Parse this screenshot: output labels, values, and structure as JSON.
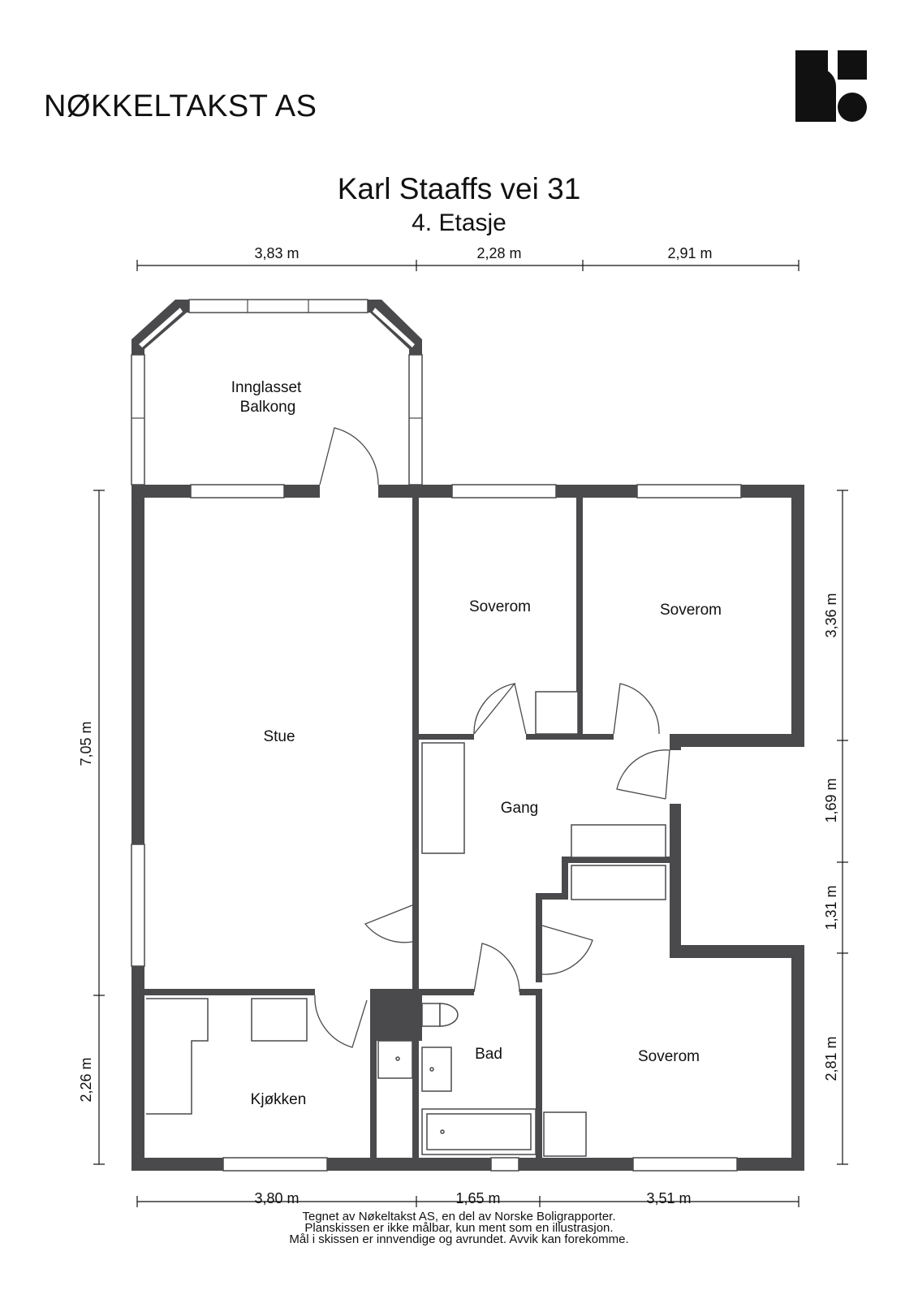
{
  "brand": {
    "name": "NØKKELTAKST AS",
    "logo_icon": "nokkeltakst-logo-icon"
  },
  "header": {
    "address": "Karl Staaffs vei 31",
    "floor": "4. Etasje"
  },
  "rooms": {
    "balcony_line1": "Innglasset",
    "balcony_line2": "Balkong",
    "bedroom_1": "Soverom",
    "bedroom_2": "Soverom",
    "bedroom_3": "Soverom",
    "living_room": "Stue",
    "hallway": "Gang",
    "bathroom": "Bad",
    "kitchen": "Kjøkken"
  },
  "dimensions": {
    "top": [
      "3,83 m",
      "2,28 m",
      "2,91 m"
    ],
    "bottom": [
      "3,80 m",
      "1,65 m",
      "3,51 m"
    ],
    "left": [
      "7,05 m",
      "2,26 m"
    ],
    "right": [
      "3,36 m",
      "1,69 m",
      "1,31 m",
      "2,81 m"
    ]
  },
  "footer": {
    "line1": "Tegnet av Nøkeltakst AS, en del av Norske Boligrapporter.",
    "line2": "Planskissen er ikke målbar, kun ment som en illustrasjon.",
    "line3": "Mål i skissen er innvendige og avrundet. Avvik kan forekomme."
  },
  "colors": {
    "wall": "#4a4a4d",
    "ink": "#111111",
    "window": "#cfcfcf"
  }
}
